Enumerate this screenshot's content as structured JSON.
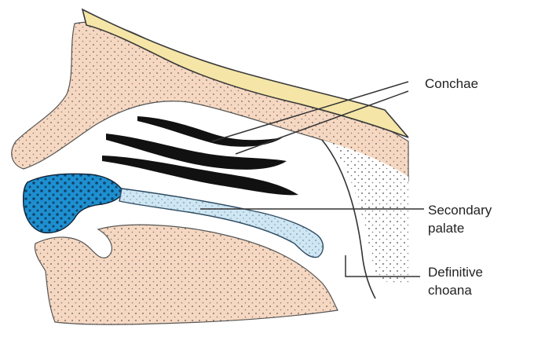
{
  "labels": {
    "conchae": "Conchae",
    "secondary_palate_line1": "Secondary",
    "secondary_palate_line2": "palate",
    "definitive_choana_line1": "Definitive",
    "definitive_choana_line2": "choana"
  },
  "colors": {
    "tissue": "#f6d8c2",
    "bone": "#f5e6a8",
    "bone_outline": "#3a3a3a",
    "conchae": "#111111",
    "premaxilla": "#1e8fd0",
    "secondary_palate": "#cfe6f3",
    "leader_line": "#333333"
  }
}
